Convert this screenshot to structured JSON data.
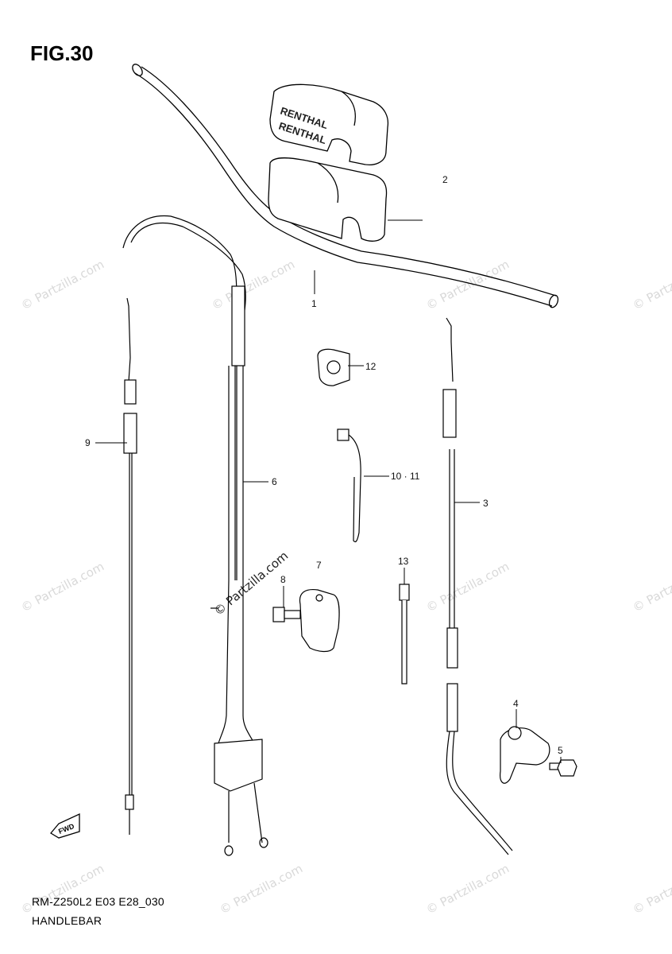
{
  "figure": {
    "title": "FIG.30"
  },
  "brand_text": {
    "pad_top": "RENTHAL",
    "pad_bottom": "RENTHAL"
  },
  "callouts": [
    {
      "id": "1",
      "text": "1"
    },
    {
      "id": "2",
      "text": "2"
    },
    {
      "id": "3",
      "text": "3"
    },
    {
      "id": "4",
      "text": "4"
    },
    {
      "id": "5",
      "text": "5"
    },
    {
      "id": "6",
      "text": "6"
    },
    {
      "id": "7",
      "text": "7"
    },
    {
      "id": "8",
      "text": "8"
    },
    {
      "id": "9",
      "text": "9"
    },
    {
      "id": "10",
      "text": "10 · 11"
    },
    {
      "id": "12",
      "text": "12"
    },
    {
      "id": "13",
      "text": "13"
    }
  ],
  "fwd_label": "FWD",
  "watermark": {
    "text": "© Partzilla.com"
  },
  "footer": {
    "code": "RM-Z250L2 E03 E28_030",
    "name": "HANDLEBAR"
  }
}
